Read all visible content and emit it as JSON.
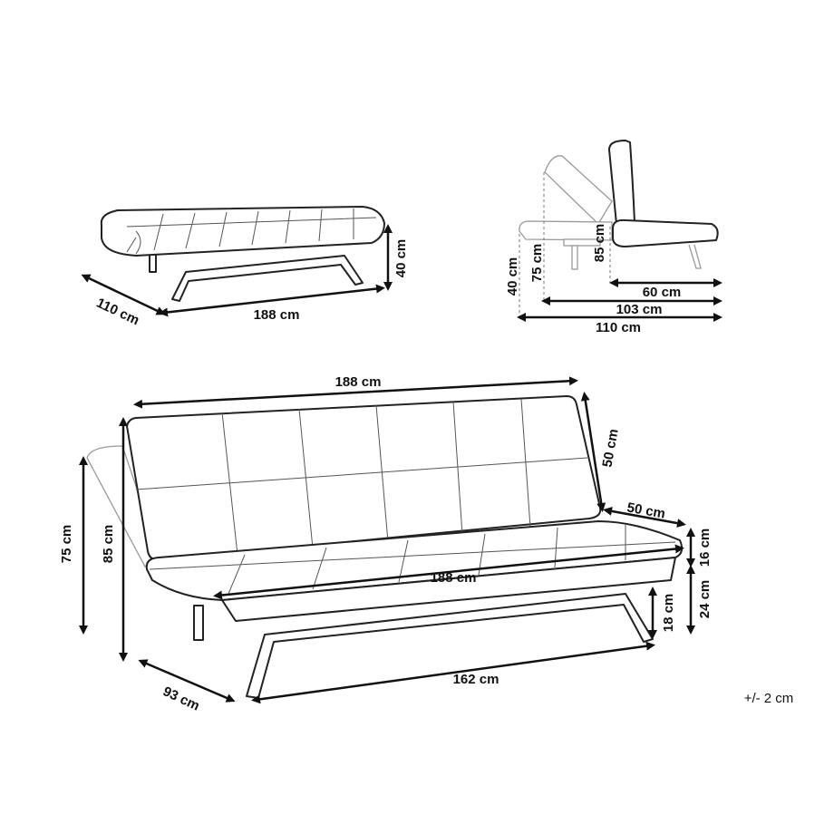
{
  "flat_view": {
    "depth": "110 cm",
    "width": "188 cm",
    "height": "40 cm"
  },
  "side_view": {
    "seat_height": "40 cm",
    "reclined_height": "75 cm",
    "upright_height": "85 cm",
    "seat_depth": "60 cm",
    "reclined_depth": "103 cm",
    "flat_depth": "110 cm"
  },
  "main_view": {
    "back_width": "188 cm",
    "back_height": "50 cm",
    "seat_depth": "50 cm",
    "cushion_thickness": "16 cm",
    "seat_base_height": "24 cm",
    "leg_height": "18 cm",
    "seat_width": "188 cm",
    "leg_span": "162 cm",
    "depth": "93 cm",
    "reclined_height": "75 cm",
    "total_height": "85 cm"
  },
  "tolerance": "+/- 2 cm"
}
